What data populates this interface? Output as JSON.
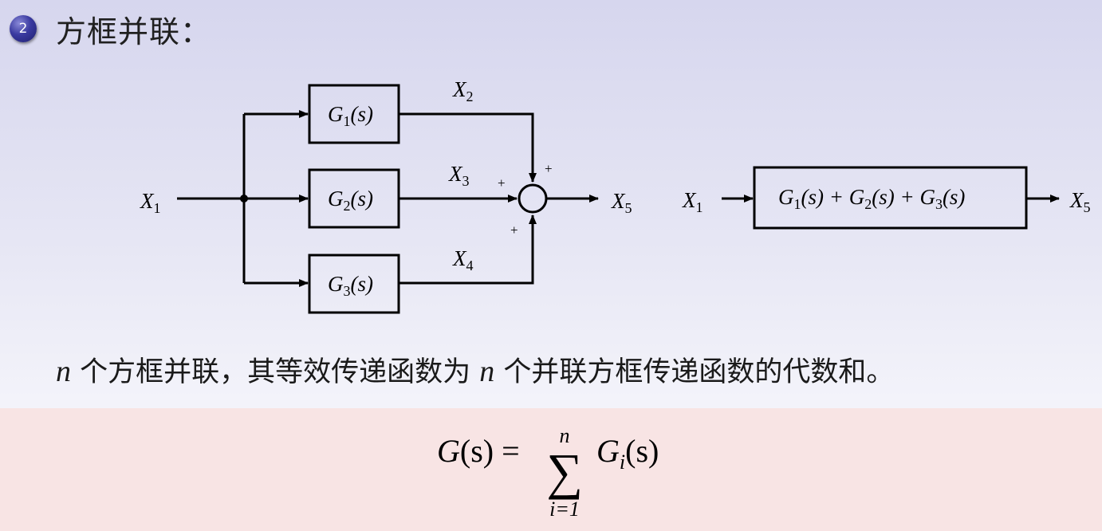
{
  "header": {
    "bullet_number": "2",
    "title": "方框并联："
  },
  "diagram": {
    "input_label": "X",
    "input_sub": "1",
    "branches": [
      {
        "block_G": "G",
        "block_sub": "1",
        "block_arg": "(s)",
        "signal": "X",
        "signal_sub": "2"
      },
      {
        "block_G": "G",
        "block_sub": "2",
        "block_arg": "(s)",
        "signal": "X",
        "signal_sub": "3"
      },
      {
        "block_G": "G",
        "block_sub": "3",
        "block_arg": "(s)",
        "signal": "X",
        "signal_sub": "4"
      }
    ],
    "signs": [
      "+",
      "+",
      "+"
    ],
    "output_label": "X",
    "output_sub": "5",
    "equiv": {
      "input_label": "X",
      "input_sub": "1",
      "block_text": [
        "G",
        "1",
        "(s) + ",
        "G",
        "2",
        "(s) + ",
        "G",
        "3",
        "(s)"
      ],
      "output_label": "X",
      "output_sub": "5"
    }
  },
  "description": {
    "var1": "n",
    "text1": " 个方框并联，其等效传递函数为 ",
    "var2": "n",
    "text2": " 个并联方框传递函数的代数和。"
  },
  "formula": {
    "lhs": "G",
    "lhs_arg": "(s) =",
    "sum_upper": "n",
    "sum_symbol": "∑",
    "sum_lower": "i=1",
    "rhs": "G",
    "rhs_sub": "i",
    "rhs_arg": "(s)"
  }
}
